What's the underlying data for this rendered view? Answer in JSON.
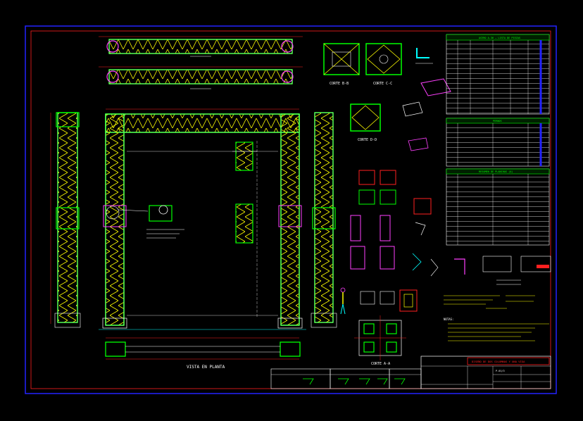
{
  "drawing": {
    "title_block": {
      "title": "DISEÑO DE DOS COLUMNAS Y UNA VIGA",
      "sheet_label": "P-01/3"
    },
    "plan_view_label": "VISTA EN PLANTA",
    "section_labels": [
      "CORTE B-B",
      "CORTE C-C",
      "CORTE D-D",
      "CORTE A-A"
    ],
    "table_headers": [
      "ACERO A-36 — LISTA DE PIEZAS",
      "PERNOS",
      "RESUMEN DE PLANCHAS (A)"
    ],
    "notes_heading": "NOTAS:"
  },
  "colors": {
    "background": "#000000",
    "frame": "#2323ff",
    "truss": "#00ff00",
    "lacing": "#ffff00",
    "member_outline": "#ffffff",
    "dimension": "#ff2020",
    "accent": "#ff40ff",
    "cyan": "#00ffff"
  }
}
